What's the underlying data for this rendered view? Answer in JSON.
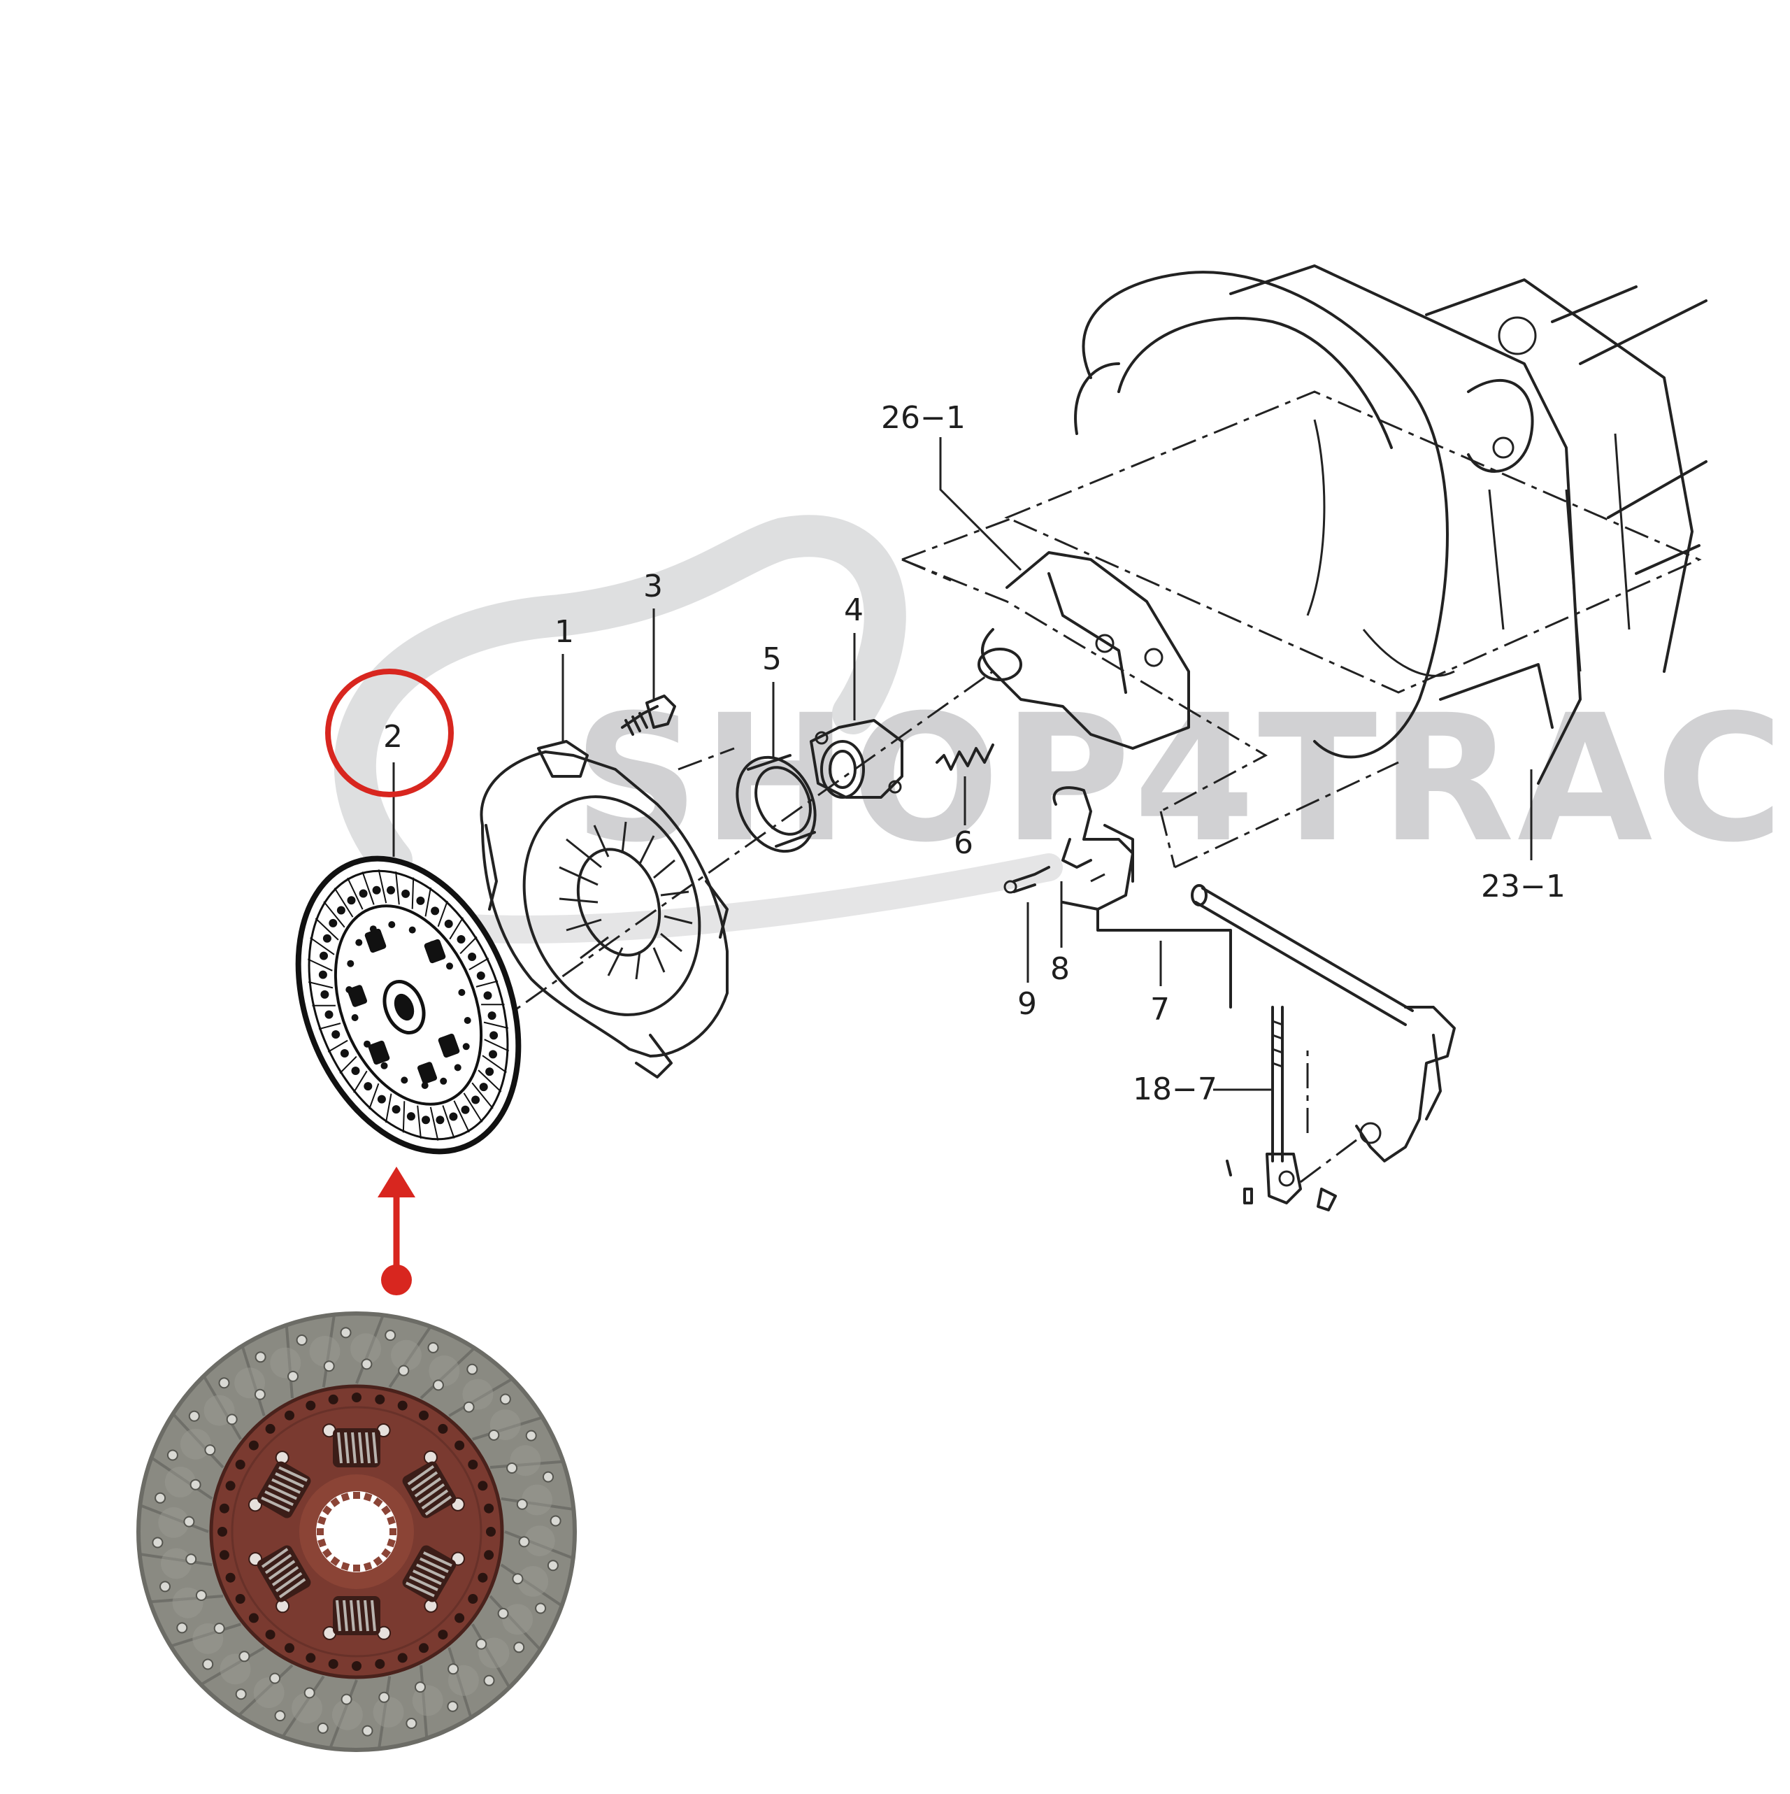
{
  "watermark": {
    "text": "SHOP4TRAC",
    "color": "#c9cacc"
  },
  "callouts": {
    "housing": "26−1",
    "cover": "1",
    "disc": "2",
    "bolt": "3",
    "release_bearing": "4",
    "seal": "5",
    "spring": "6",
    "fork": "7",
    "pin": "8",
    "clip": "9",
    "rod": "18−7",
    "transmission": "23−1"
  },
  "highlight": {
    "target_callout": "2",
    "circle_color": "#d8261f",
    "arrow_color": "#d8261f"
  },
  "photo": {
    "subject": "clutch-disc-photo",
    "friction_color": "#8a8a82",
    "hub_color": "#7a3a30"
  }
}
